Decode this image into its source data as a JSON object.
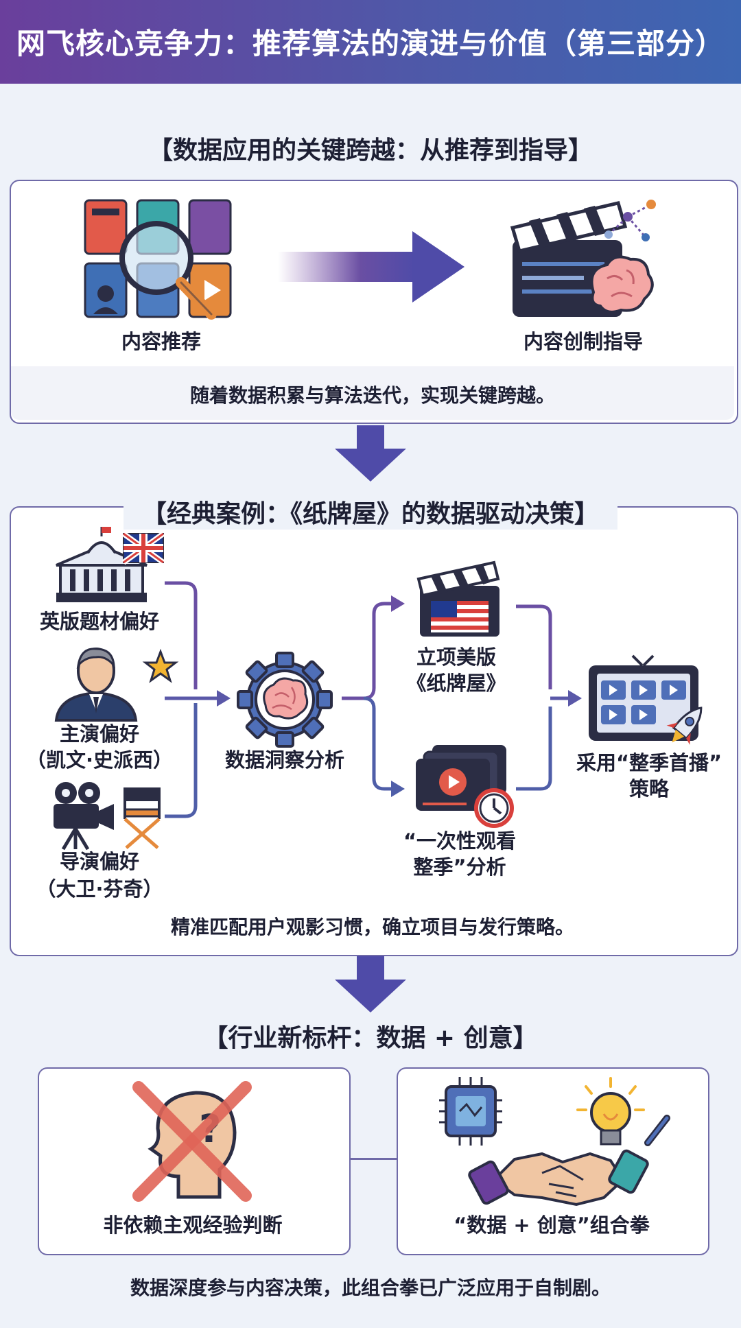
{
  "header": {
    "title": "网飞核心竞争力：推荐算法的演进与价值（第三部分）"
  },
  "section1": {
    "title": "【数据应用的关键跨越：从推荐到指导】",
    "left_label": "内容推荐",
    "right_label": "内容创制指导",
    "caption": "随着数据积累与算法迭代，实现关键跨越。"
  },
  "section2": {
    "title": "【经典案例：《纸牌屋》的数据驱动决策】",
    "inputs": [
      {
        "label": "英版题材偏好"
      },
      {
        "label": "主演偏好",
        "label2": "（凯文·史派西）"
      },
      {
        "label": "导演偏好",
        "label2": "（大卫·芬奇）"
      }
    ],
    "center_label": "数据洞察分析",
    "outputs": [
      {
        "label": "立项美版",
        "label2": "《纸牌屋》"
      },
      {
        "label": "“一次性观看",
        "label2": "整季”分析"
      }
    ],
    "result": {
      "label": "采用“整季首播”",
      "label2": "策略"
    },
    "caption": "精准匹配用户观影习惯，确立项目与发行策略。"
  },
  "section3": {
    "title": "【行业新标杆：数据 + 创意】",
    "left_label": "非依赖主观经验判断",
    "right_label": "“数据 + 创意”组合拳",
    "caption": "数据深度参与内容决策，此组合拳已广泛应用于自制剧。"
  },
  "colors": {
    "header_start": "#6a3f9c",
    "header_end": "#3d66b2",
    "arrow": "#4f4ba8",
    "border": "#6f6aa8",
    "flow": "#6a4fa3"
  }
}
